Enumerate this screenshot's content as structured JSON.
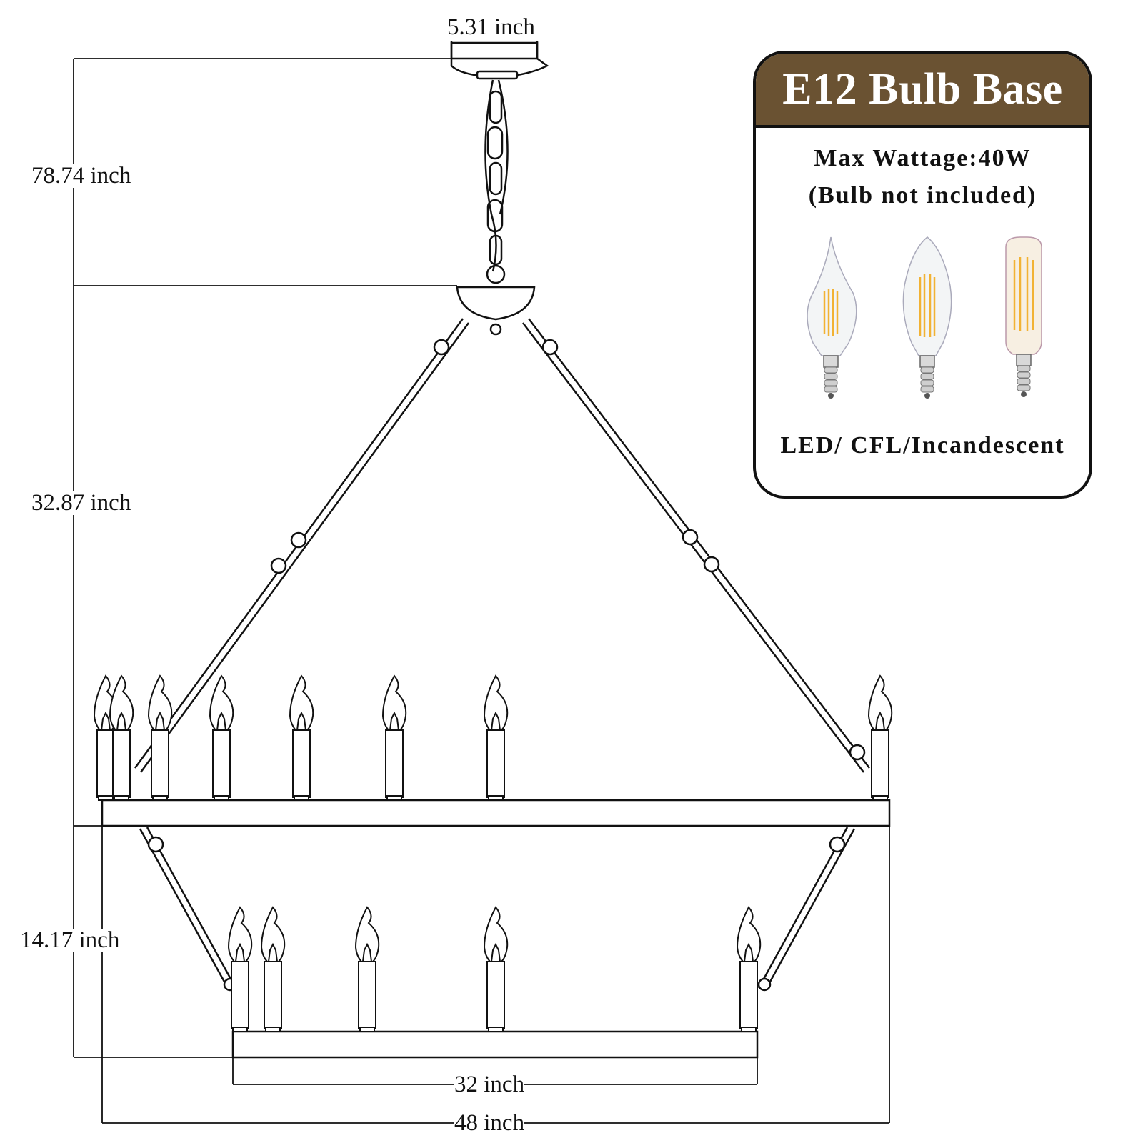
{
  "dimensions": {
    "canopy_width": "5.31 inch",
    "chain_height": "78.74 inch",
    "upper_height": "32.87 inch",
    "lower_height": "14.17 inch",
    "lower_diameter": "32 inch",
    "upper_diameter": "48 inch"
  },
  "info_card": {
    "title": "E12 Bulb Base",
    "wattage": "Max Wattage:40W",
    "note": "(Bulb not included)",
    "types": "LED/ CFL/Incandescent",
    "bulbs": [
      "flame-tip-bulb-icon",
      "torpedo-bulb-icon",
      "tubular-bulb-icon"
    ],
    "colors": {
      "header": "#6a5232",
      "border": "#111111",
      "filament": "#f2b233"
    }
  }
}
